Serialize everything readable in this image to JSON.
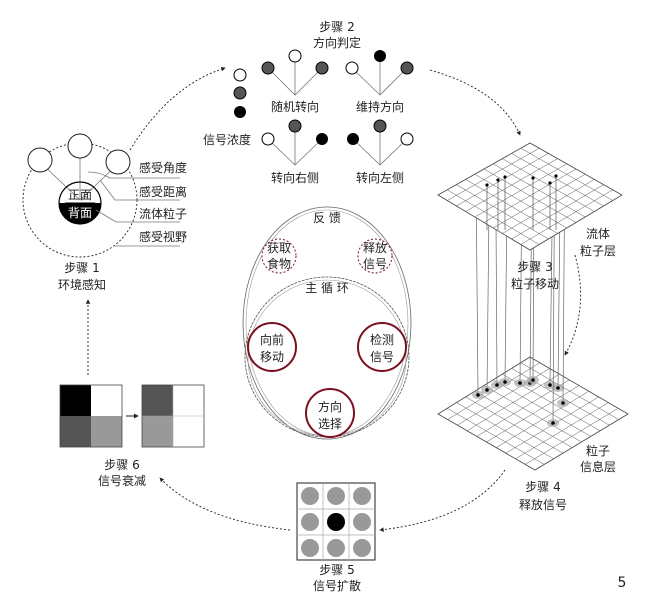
{
  "step1": {
    "title": "步骤 1",
    "subtitle": "环境感知",
    "front": "正面",
    "back": "背面",
    "labels": [
      "感受角度",
      "感受距离",
      "流体粒子",
      "感受视野"
    ]
  },
  "step2": {
    "title": "步骤 2",
    "subtitle": "方向判定",
    "concentration": "信号浓度",
    "random": "随机转向",
    "keep": "维持方向",
    "right": "转向右侧",
    "left": "转向左侧"
  },
  "step3": {
    "title": "步骤 3",
    "subtitle": "粒子移动",
    "layer": [
      "流体",
      "粒子层"
    ]
  },
  "step4": {
    "title": "步骤 4",
    "subtitle": "释放信号",
    "layer": [
      "粒子",
      "信息层"
    ]
  },
  "step5": {
    "title": "步骤 5",
    "subtitle": "信号扩散"
  },
  "step6": {
    "title": "步骤 6",
    "subtitle": "信号衰减"
  },
  "loop": {
    "feedback": "反 馈",
    "main": "主 循 环",
    "food": [
      "获取",
      "食物"
    ],
    "release": [
      "释放",
      "信号"
    ],
    "forward": [
      "向前",
      "移动"
    ],
    "detect": [
      "检测",
      "信号"
    ],
    "choose": [
      "方向",
      "选择"
    ]
  },
  "page_number": "5",
  "colors": {
    "accent": "#7a1020",
    "black": "#000000",
    "dark_gray": "#555555",
    "gray": "#999999"
  }
}
